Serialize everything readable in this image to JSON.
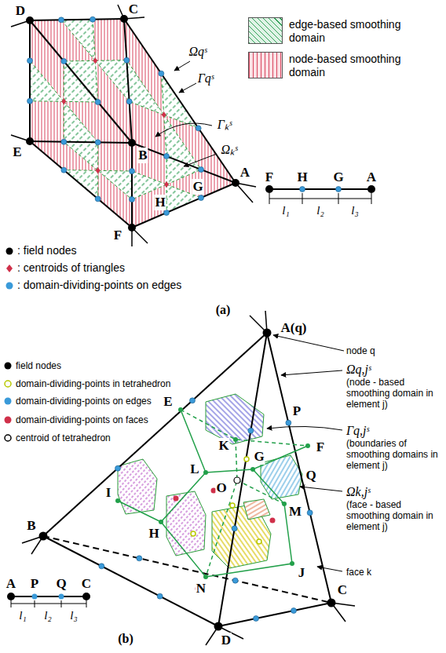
{
  "diagram": {
    "labels": [
      "D",
      "C",
      "Ωqˢ",
      "Γqˢ",
      "E",
      "B",
      "Γₖˢ",
      "A",
      "Ωₖˢ",
      "G",
      "H",
      "F",
      "F",
      "H",
      "G",
      "A",
      "l₁",
      "l₂",
      "l₃",
      "(a)",
      "A(q)",
      "node q",
      "Ωq,jˢ",
      "(node - based smoothing domain in element j)",
      "P",
      "Γq,jˢ",
      "(boundaries of smoothing domains in element j)",
      "E",
      "F",
      "Q",
      "K",
      "L",
      "G",
      "Ωk,jˢ",
      "(face - based smoothing domain in element j)",
      "O",
      "M",
      "B",
      "H",
      "face k",
      "I",
      "C",
      "J",
      "N",
      "D",
      "A",
      "P",
      "Q",
      "C",
      "l₁",
      "l₂",
      "l₃",
      "(b)"
    ],
    "legend": [
      {
        "text": "edge-based smoothing domain",
        "color": "#dff3e6"
      },
      {
        "text": "node-based smoothing domain",
        "color": "#fbe1e5"
      },
      {
        "text": ": field nodes"
      },
      {
        "text": ": centroids of triangles"
      },
      {
        "text": ": domain-dividing-points on edges"
      },
      {
        "text": "field nodes"
      },
      {
        "text": "domain-dividing-points in tetrahedron"
      },
      {
        "text": "domain-dividing-points on edges"
      },
      {
        "text": "domain-dividing-points on faces"
      },
      {
        "text": "centroid of tetrahedron"
      }
    ]
  }
}
